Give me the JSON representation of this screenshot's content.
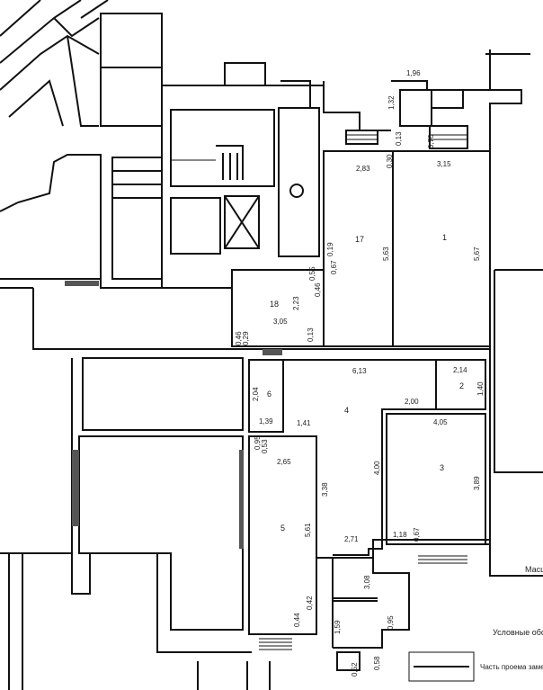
{
  "rooms": [
    {
      "id": "r1",
      "number": "1",
      "dims": [
        "3,15",
        "5,67"
      ]
    },
    {
      "id": "r2",
      "number": "2",
      "dims": [
        "2,14",
        "1,40"
      ]
    },
    {
      "id": "r3",
      "number": "3",
      "dims": [
        "4,05",
        "3,89"
      ]
    },
    {
      "id": "r4",
      "number": "4",
      "dims": [
        "6,13",
        "2,00",
        "1,41",
        "4,00",
        "3,38"
      ]
    },
    {
      "id": "r5",
      "number": "5",
      "dims": [
        "2,65",
        "5,61"
      ]
    },
    {
      "id": "r6",
      "number": "6",
      "dims": [
        "2,04",
        "1,39"
      ]
    },
    {
      "id": "r17",
      "number": "17",
      "dims": [
        "2,83",
        "5,63",
        "0,67",
        "0,19"
      ]
    },
    {
      "id": "r18",
      "number": "18",
      "dims": [
        "3,05",
        "2,23"
      ]
    }
  ],
  "other_dims": [
    "1,96",
    "1,32",
    "0,70",
    "0,30",
    "0,13",
    "0,55",
    "0,46",
    "0,13",
    "0,46",
    "0,29",
    "0,95",
    "0,53",
    "2,71",
    "3,08",
    "1,59",
    "0,52",
    "0,58",
    "0,44",
    "0,42",
    "1,18",
    "0,67",
    "0,95"
  ],
  "side_texts": [
    "Масш",
    "Условные обоз"
  ],
  "legend": {
    "label": "Часть проема заменен"
  }
}
